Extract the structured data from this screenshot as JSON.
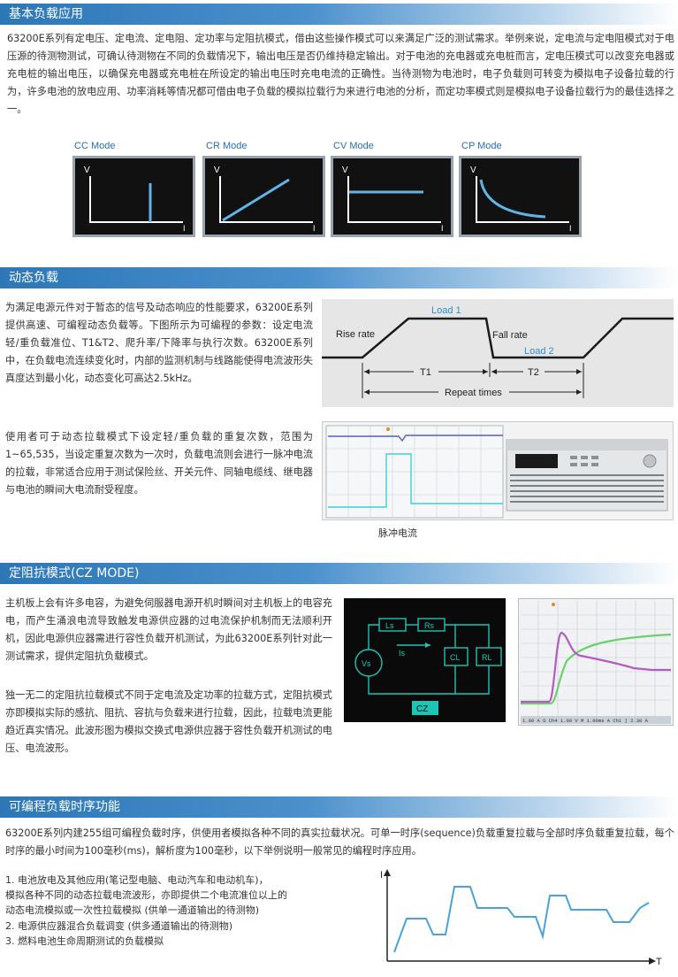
{
  "sections": {
    "basic": {
      "title": "基本负载应用",
      "paragraph": "63200E系列有定电压、定电流、定电阻、定功率与定阻抗模式，借由这些操作模式可以来满足广泛的测试需求。举例来说，定电流与定电阻模式对于电压源的待测物测试，可确认待测物在不同的负载情况下，输出电压是否仍维持稳定输出。对于电池的充电器或充电桩而言，定电压模式可以改变充电器或充电桩的输出电压，以确保充电器或充电桩在所设定的输出电压时充电电流的正确性。当待测物为电池时，电子负载则可转变为模拟电子设备拉载的行为，许多电池的放电应用、功率消耗等情况都可借由电子负载的模拟拉载行为来进行电池的分析，而定功率模式则是模拟电子设备拉载行为的最佳选择之一。",
      "modes": [
        {
          "label": "CC Mode",
          "v": "V",
          "i": "I"
        },
        {
          "label": "CR Mode",
          "v": "V",
          "i": "I"
        },
        {
          "label": "CV Mode",
          "v": "V",
          "i": "I"
        },
        {
          "label": "CP Mode",
          "v": "V",
          "i": "I"
        }
      ]
    },
    "dynamic": {
      "title": "动态负载",
      "paragraph1": "为满足电源元件对于暂态的信号及动态响应的性能要求，63200E系列提供高速、可编程动态负载等。下图所示为可编程的参数：设定电流轻/重负载准位、T1&T2、爬升率/下降率与执行次数。63200E系列中，在负载电流连续变化时，内部的监测机制与线路能使得电流波形失真度达到最小化，动态变化可高达2.5kHz。",
      "paragraph2": "使用者可于动态拉载模式下设定轻/重负载的重复次数，范围为1~65,535，当设定重复次数为一次时，负载电流则会进行一脉冲电流的拉载，非常适合应用于测试保险丝、开关元件、同轴电缆线、继电器与电池的瞬间大电流耐受程度。",
      "diagram": {
        "load1": "Load 1",
        "load2": "Load 2",
        "rise": "Rise rate",
        "fall": "Fall rate",
        "t1": "T1",
        "t2": "T2",
        "repeat": "Repeat times"
      },
      "caption": "脉冲电流"
    },
    "cz": {
      "title": "定阻抗模式(CZ MODE)",
      "paragraph1": "主机板上会有许多电容，为避免伺服器电源开机时瞬间对主机板上的电容充电，而产生涌浪电流导致触发电源供应器的过电流保护机制而无法顺利开机，因此电源供应器需进行容性负载开机测试，为此63200E系列针对此一测试需求，提供定阻抗负载模式。",
      "paragraph2": "独一无二的定阻抗拉载模式不同于定电流及定功率的拉载方式，定阻抗模式亦即模拟实际的感抗、阻抗、容抗与负载来进行拉载，因此，拉载电流更能趋近真实情况。此波形图为模拟交换式电源供应器于容性负载开机测试的电压、电流波形。",
      "circuit": {
        "ls": "Ls",
        "rs": "Rs",
        "cl": "CL",
        "rl": "RL",
        "vs": "Vs",
        "is": "Is",
        "label": "CZ"
      },
      "scope_readout": "1.00 A Ω  Ch4  1.00 V      M 1.00ms  A  Ch1  ʃ  2.30 A"
    },
    "program": {
      "title": "可编程负载时序功能",
      "paragraph": "63200E系列内建255组可编程负载时序，供使用者模拟各种不同的真实拉载状况。可单一时序(sequence)负载重复拉载与全部时序负载重复拉载，每个时序的最小时间为100毫秒(ms)，解析度为100毫秒，以下举例说明一般常见的编程时序应用。",
      "items": [
        "1. 电池放电及其他应用(笔记型电脑、电动汽车和电动机车)，",
        "    模拟各种不同的动态拉载电流波形，亦即提供二个电流准位以上的",
        "    动态电流模拟或一次性拉载模拟 (供单一通道输出的待测物)",
        "2. 电源供应器混合负载调变 (供多通道输出的待测物)",
        "3. 燃料电池生命周期测试的负载模拟"
      ],
      "axis_i": "I",
      "axis_t": "T"
    }
  },
  "colors": {
    "accent_blue": "#2d77b7",
    "load_line": "#1a1a1a",
    "cyan_trace": "#39d0dc",
    "purple_trace": "#b35cbf",
    "green_trace": "#6cd06c",
    "seq_line": "#4aa3d8"
  }
}
